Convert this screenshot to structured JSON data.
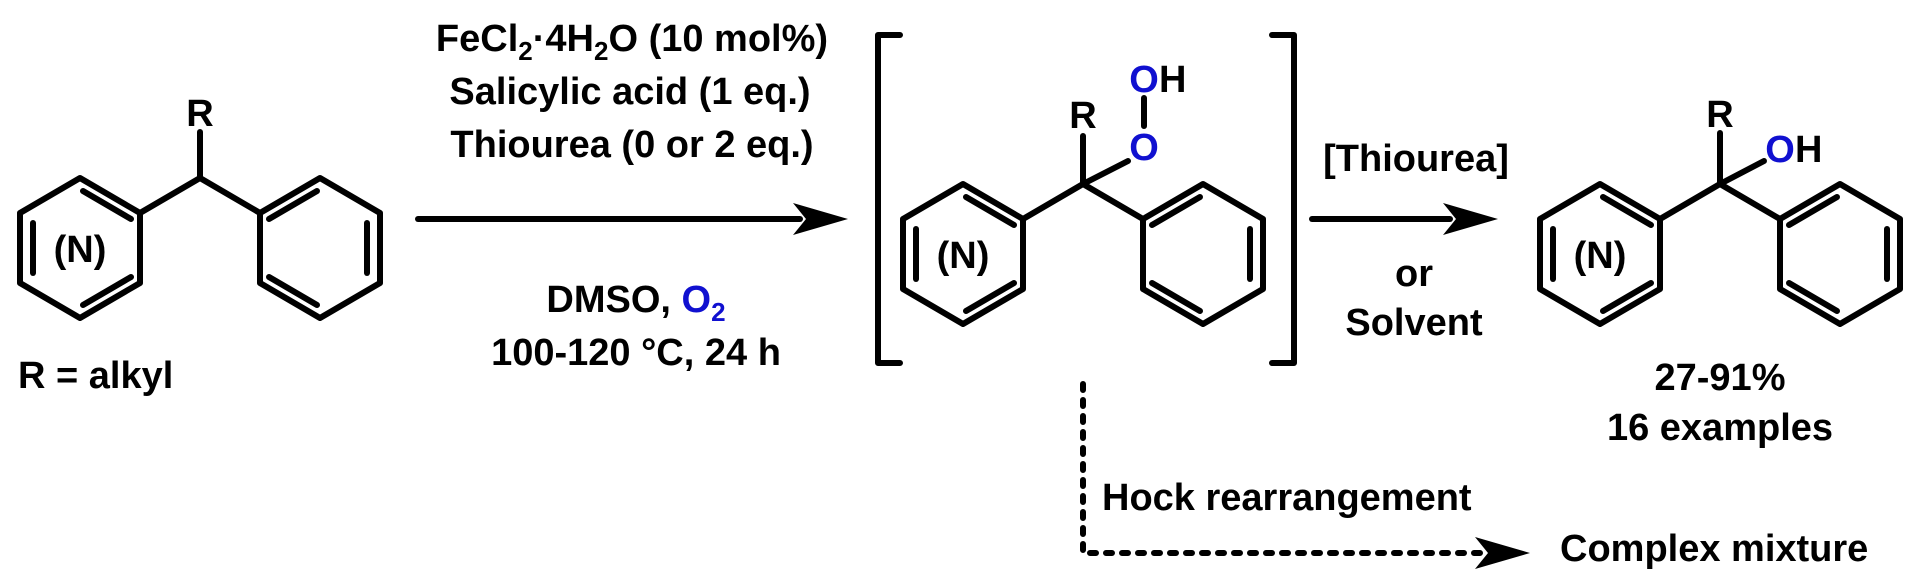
{
  "colors": {
    "text": "#000000",
    "oxygen": "#1010d0",
    "highlight": "#e0201c"
  },
  "starting_material": {
    "substituent_label": "R",
    "ring_heteroatom_label": "(N)",
    "caption": "R = alkyl"
  },
  "conditions": {
    "catalyst": {
      "main": "FeCl",
      "sub1": "2",
      "mid": "·4H",
      "sub2": "2",
      "tail": "O (10 mol%)"
    },
    "additive": "Salicylic acid (1 eq.)",
    "thiourea": "Thiourea (0 or 2 eq.)",
    "solvent_prefix": "DMSO, ",
    "oxidant_main": "O",
    "oxidant_sub": "2",
    "temperature_time": "100-120 °C, 24 h"
  },
  "intermediate": {
    "substituent_label": "R",
    "ring_heteroatom_label": "(N)",
    "peroxide_o1": "O",
    "peroxide_oh_o": "O",
    "peroxide_oh_h": "H"
  },
  "step2": {
    "reagent": "[Thiourea]",
    "or": "or",
    "alternative": "Solvent"
  },
  "product": {
    "substituent_label": "R",
    "ring_heteroatom_label": "(N)",
    "hydroxyl_o": "O",
    "hydroxyl_h": "H",
    "yield": "27-91%",
    "scope": "16 examples"
  },
  "side_path": {
    "label": "Hock rearrangement",
    "outcome": "Complex mixture"
  }
}
